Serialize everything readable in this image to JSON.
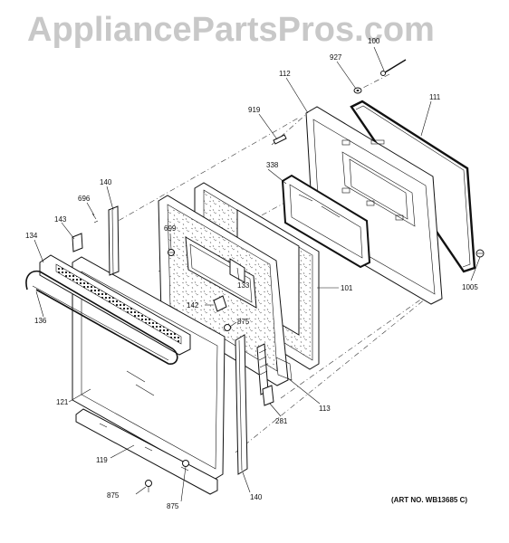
{
  "watermark": "AppliancePartsPros.com",
  "art_number": "(ART NO. WB13685 C)",
  "callouts": {
    "c100": "100",
    "c927": "927",
    "c112": "112",
    "c111": "111",
    "c919": "919",
    "c338": "338",
    "c140a": "140",
    "c696": "696",
    "c699": "699",
    "c143": "143",
    "c134": "134",
    "c133": "133",
    "c101": "101",
    "c1005": "1005",
    "c142": "142",
    "c875a": "875",
    "c136": "136",
    "c121": "121",
    "c281": "281",
    "c113": "113",
    "c119": "119",
    "c875b": "875",
    "c875c": "875",
    "c140b": "140"
  }
}
